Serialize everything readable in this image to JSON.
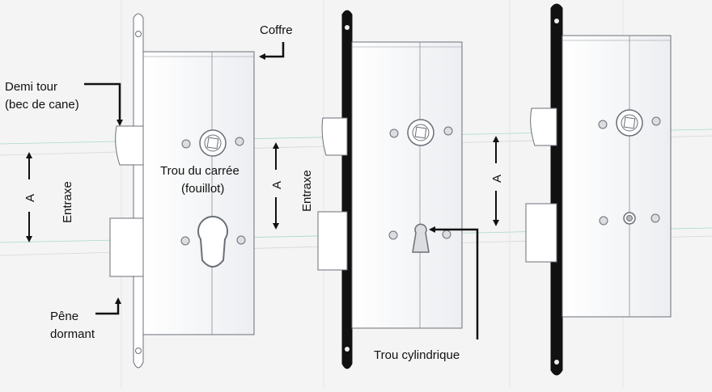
{
  "labels": {
    "coffre": "Coffre",
    "demi_tour_line1": "Demi tour",
    "demi_tour_line2": "(bec de cane)",
    "trou_carre_line1": "Trou du carrée",
    "trou_carre_line2": "(fouillot)",
    "pene_line1": "Pêne",
    "pene_line2": "dormant",
    "trou_cylindrique": "Trou cylindrique",
    "entraxe": "Entraxe",
    "a": "A"
  },
  "colors": {
    "background": "#f4f4f4",
    "lock_body": "#ffffff",
    "outline": "#6b6f78",
    "guide_line": "#a8d8c8",
    "text": "#111111",
    "faceplate_dark": "#111111"
  }
}
